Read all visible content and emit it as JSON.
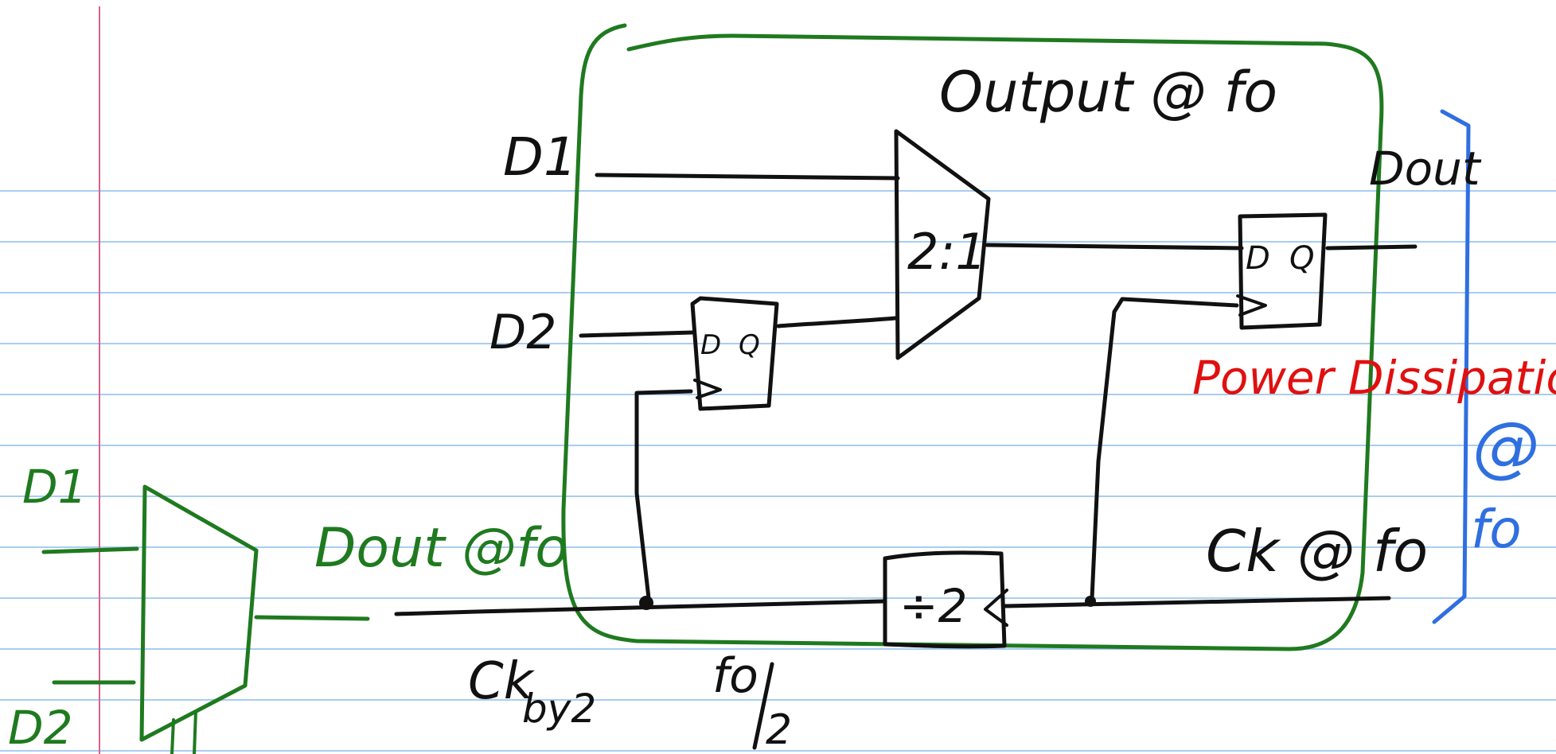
{
  "colors": {
    "background": "#ffffff",
    "rule_line": "#a9cdf2",
    "margin_line": "#d9618a",
    "black_ink": "#111111",
    "green_ink": "#1f7a1f",
    "red_ink": "#e01010",
    "blue_ink": "#2f6fe0"
  },
  "labels": {
    "output_at_fo": "Output @ fo",
    "d1_main": "D1",
    "d2_main": "D2",
    "dout_main": "Dout",
    "mux_ratio": "2:1",
    "dff1_d": "D",
    "dff1_q": "Q",
    "dff2_d": "D",
    "dff2_q": "Q",
    "divider": "÷2",
    "power_dissipation": "Power Dissipation",
    "at_sign": "@",
    "fo_blue": "fo",
    "ck_at_fo": "Ck @ fo",
    "ck_by2": "Ck",
    "ck_by2_sub": "by2",
    "fo_over": "fo",
    "over_2": "2",
    "d1_left": "D1",
    "d2_left": "D2",
    "dout_at_fo_green": "Dout @fo"
  }
}
